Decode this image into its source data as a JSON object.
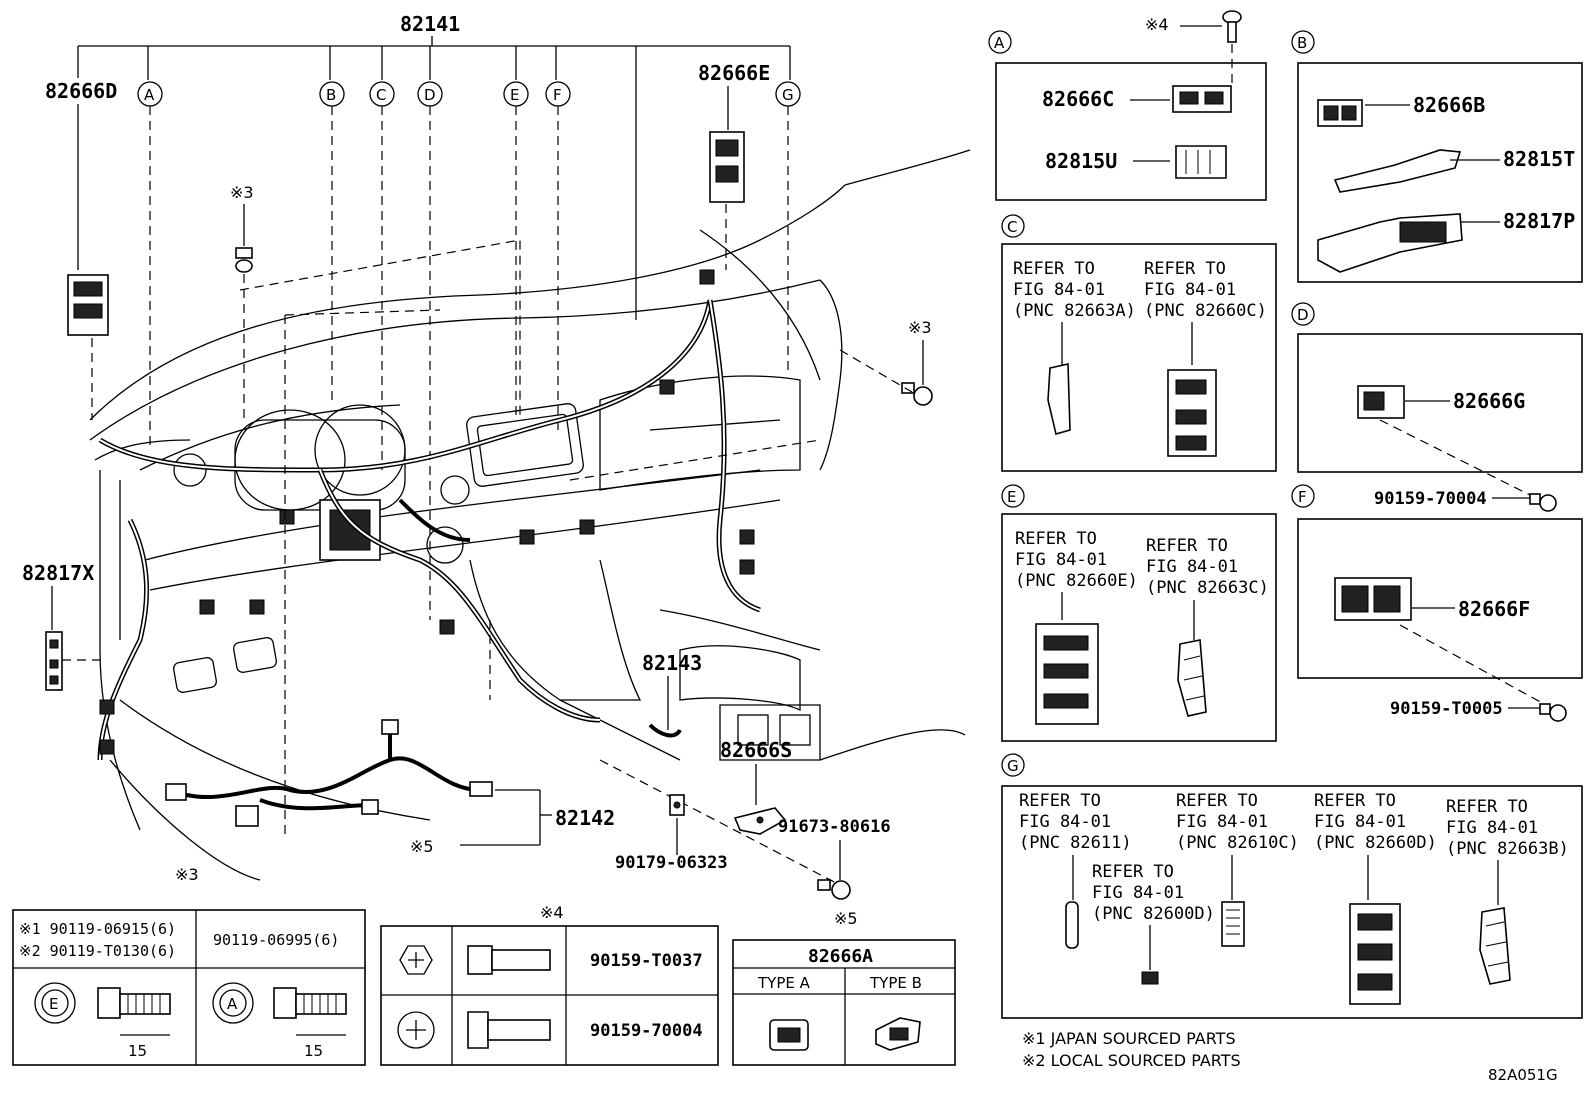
{
  "main_parts": {
    "p82141": "82141",
    "p82666D": "82666D",
    "p82666E": "82666E",
    "p82817X": "82817X",
    "p82143": "82143",
    "p82666S": "82666S",
    "p82142": "82142",
    "p91673": "91673-80616",
    "p90179": "90179-06323"
  },
  "letters": [
    "A",
    "B",
    "C",
    "D",
    "E",
    "F",
    "G"
  ],
  "marks": {
    "m3a": "※3",
    "m3b": "※3",
    "m3c": "※3",
    "m4": "※4",
    "m5": "※5",
    "m4b": "※4",
    "m5b": "※5"
  },
  "detail": {
    "A": {
      "tag": "A",
      "p1": "82666C",
      "p2": "82815U"
    },
    "B": {
      "tag": "B",
      "p1": "82666B",
      "p2": "82815T",
      "p3": "82817P"
    },
    "C": {
      "tag": "C",
      "r1": [
        "REFER TO",
        "FIG 84-01",
        "(PNC 82663A)"
      ],
      "r2": [
        "REFER TO",
        "FIG 84-01",
        "(PNC 82660C)"
      ]
    },
    "D": {
      "tag": "D",
      "p1": "82666G",
      "p2": "90159-70004"
    },
    "E": {
      "tag": "E",
      "r1": [
        "REFER TO",
        "FIG 84-01",
        "(PNC 82660E)"
      ],
      "r2": [
        "REFER TO",
        "FIG 84-01",
        "(PNC 82663C)"
      ]
    },
    "F": {
      "tag": "F",
      "p1": "82666F",
      "p2": "90159-T0005"
    },
    "G": {
      "tag": "G",
      "r1": [
        "REFER TO",
        "FIG 84-01",
        "(PNC 82611)"
      ],
      "r2": [
        "REFER TO",
        "FIG 84-01",
        "(PNC 82610C)"
      ],
      "r3": [
        "REFER TO",
        "FIG 84-01",
        "(PNC 82660D)"
      ],
      "r4": [
        "REFER TO",
        "FIG 84-01",
        "(PNC 82663B)"
      ],
      "r5": [
        "REFER TO",
        "FIG 84-01",
        "(PNC 82600D)"
      ]
    }
  },
  "footnotes": [
    "※1 JAPAN SOURCED PARTS",
    "※2 LOCAL SOURCED PARTS"
  ],
  "figure_code": "82A051G",
  "table1": {
    "h1a": "※1 90119-06915(6)",
    "h1b": "※2 90119-T0130(6)",
    "h2": "90119-06995(6)",
    "headE": "E",
    "headA": "A",
    "dim1": "15",
    "dim2": "15"
  },
  "table2": {
    "title": "※4",
    "row1": "90159-T0037",
    "row2": "90159-70004"
  },
  "table3": {
    "title": "82666A",
    "typeA": "TYPE A",
    "typeB": "TYPE B"
  }
}
